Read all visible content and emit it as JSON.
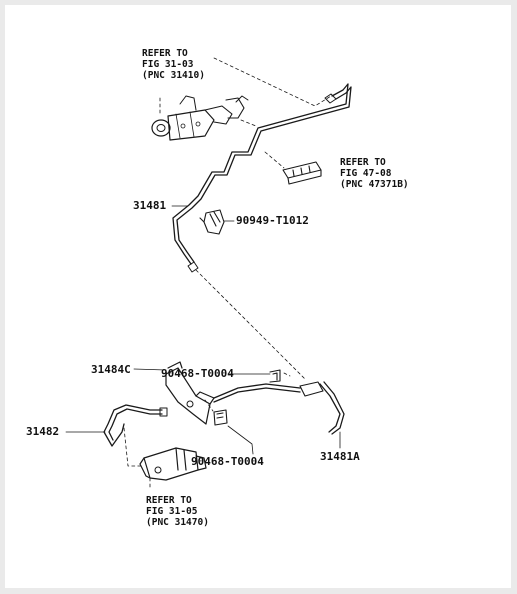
{
  "diagram": {
    "callouts": {
      "ref_master_cyl": [
        "REFER TO",
        "FIG 31-03",
        "(PNC 31410)"
      ],
      "ref_bracket": [
        "REFER TO",
        "FIG 47-08",
        "(PNC 47371B)"
      ],
      "ref_release_cyl": [
        "REFER TO",
        "FIG 31-05",
        "(PNC 31470)"
      ]
    },
    "parts": {
      "p31481": "31481",
      "p90949": "90949-T1012",
      "p31484c": "31484C",
      "p90468_upper": "90468-T0004",
      "p31482": "31482",
      "p90468_lower": "90468-T0004",
      "p31481a": "31481A"
    }
  }
}
